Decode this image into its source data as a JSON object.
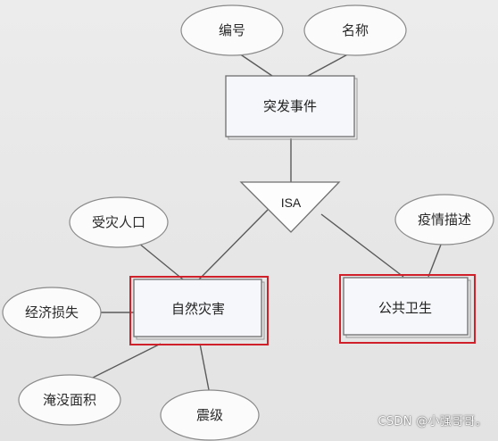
{
  "diagram": {
    "attributes": {
      "id_no": "编号",
      "name": "名称",
      "affected_population": "受灾人口",
      "economic_loss": "经济损失",
      "flooded_area": "淹没面积",
      "magnitude": "震级",
      "epidemic_desc": "疫情描述"
    },
    "entities": {
      "emergency": "突发事件",
      "natural_disaster": "自然灾害",
      "public_health": "公共卫生"
    },
    "isa": "ISA",
    "colors": {
      "highlight": "#d0202a",
      "edge": "#5a5a5a"
    }
  },
  "watermark": "CSDN @小强哥哥。"
}
